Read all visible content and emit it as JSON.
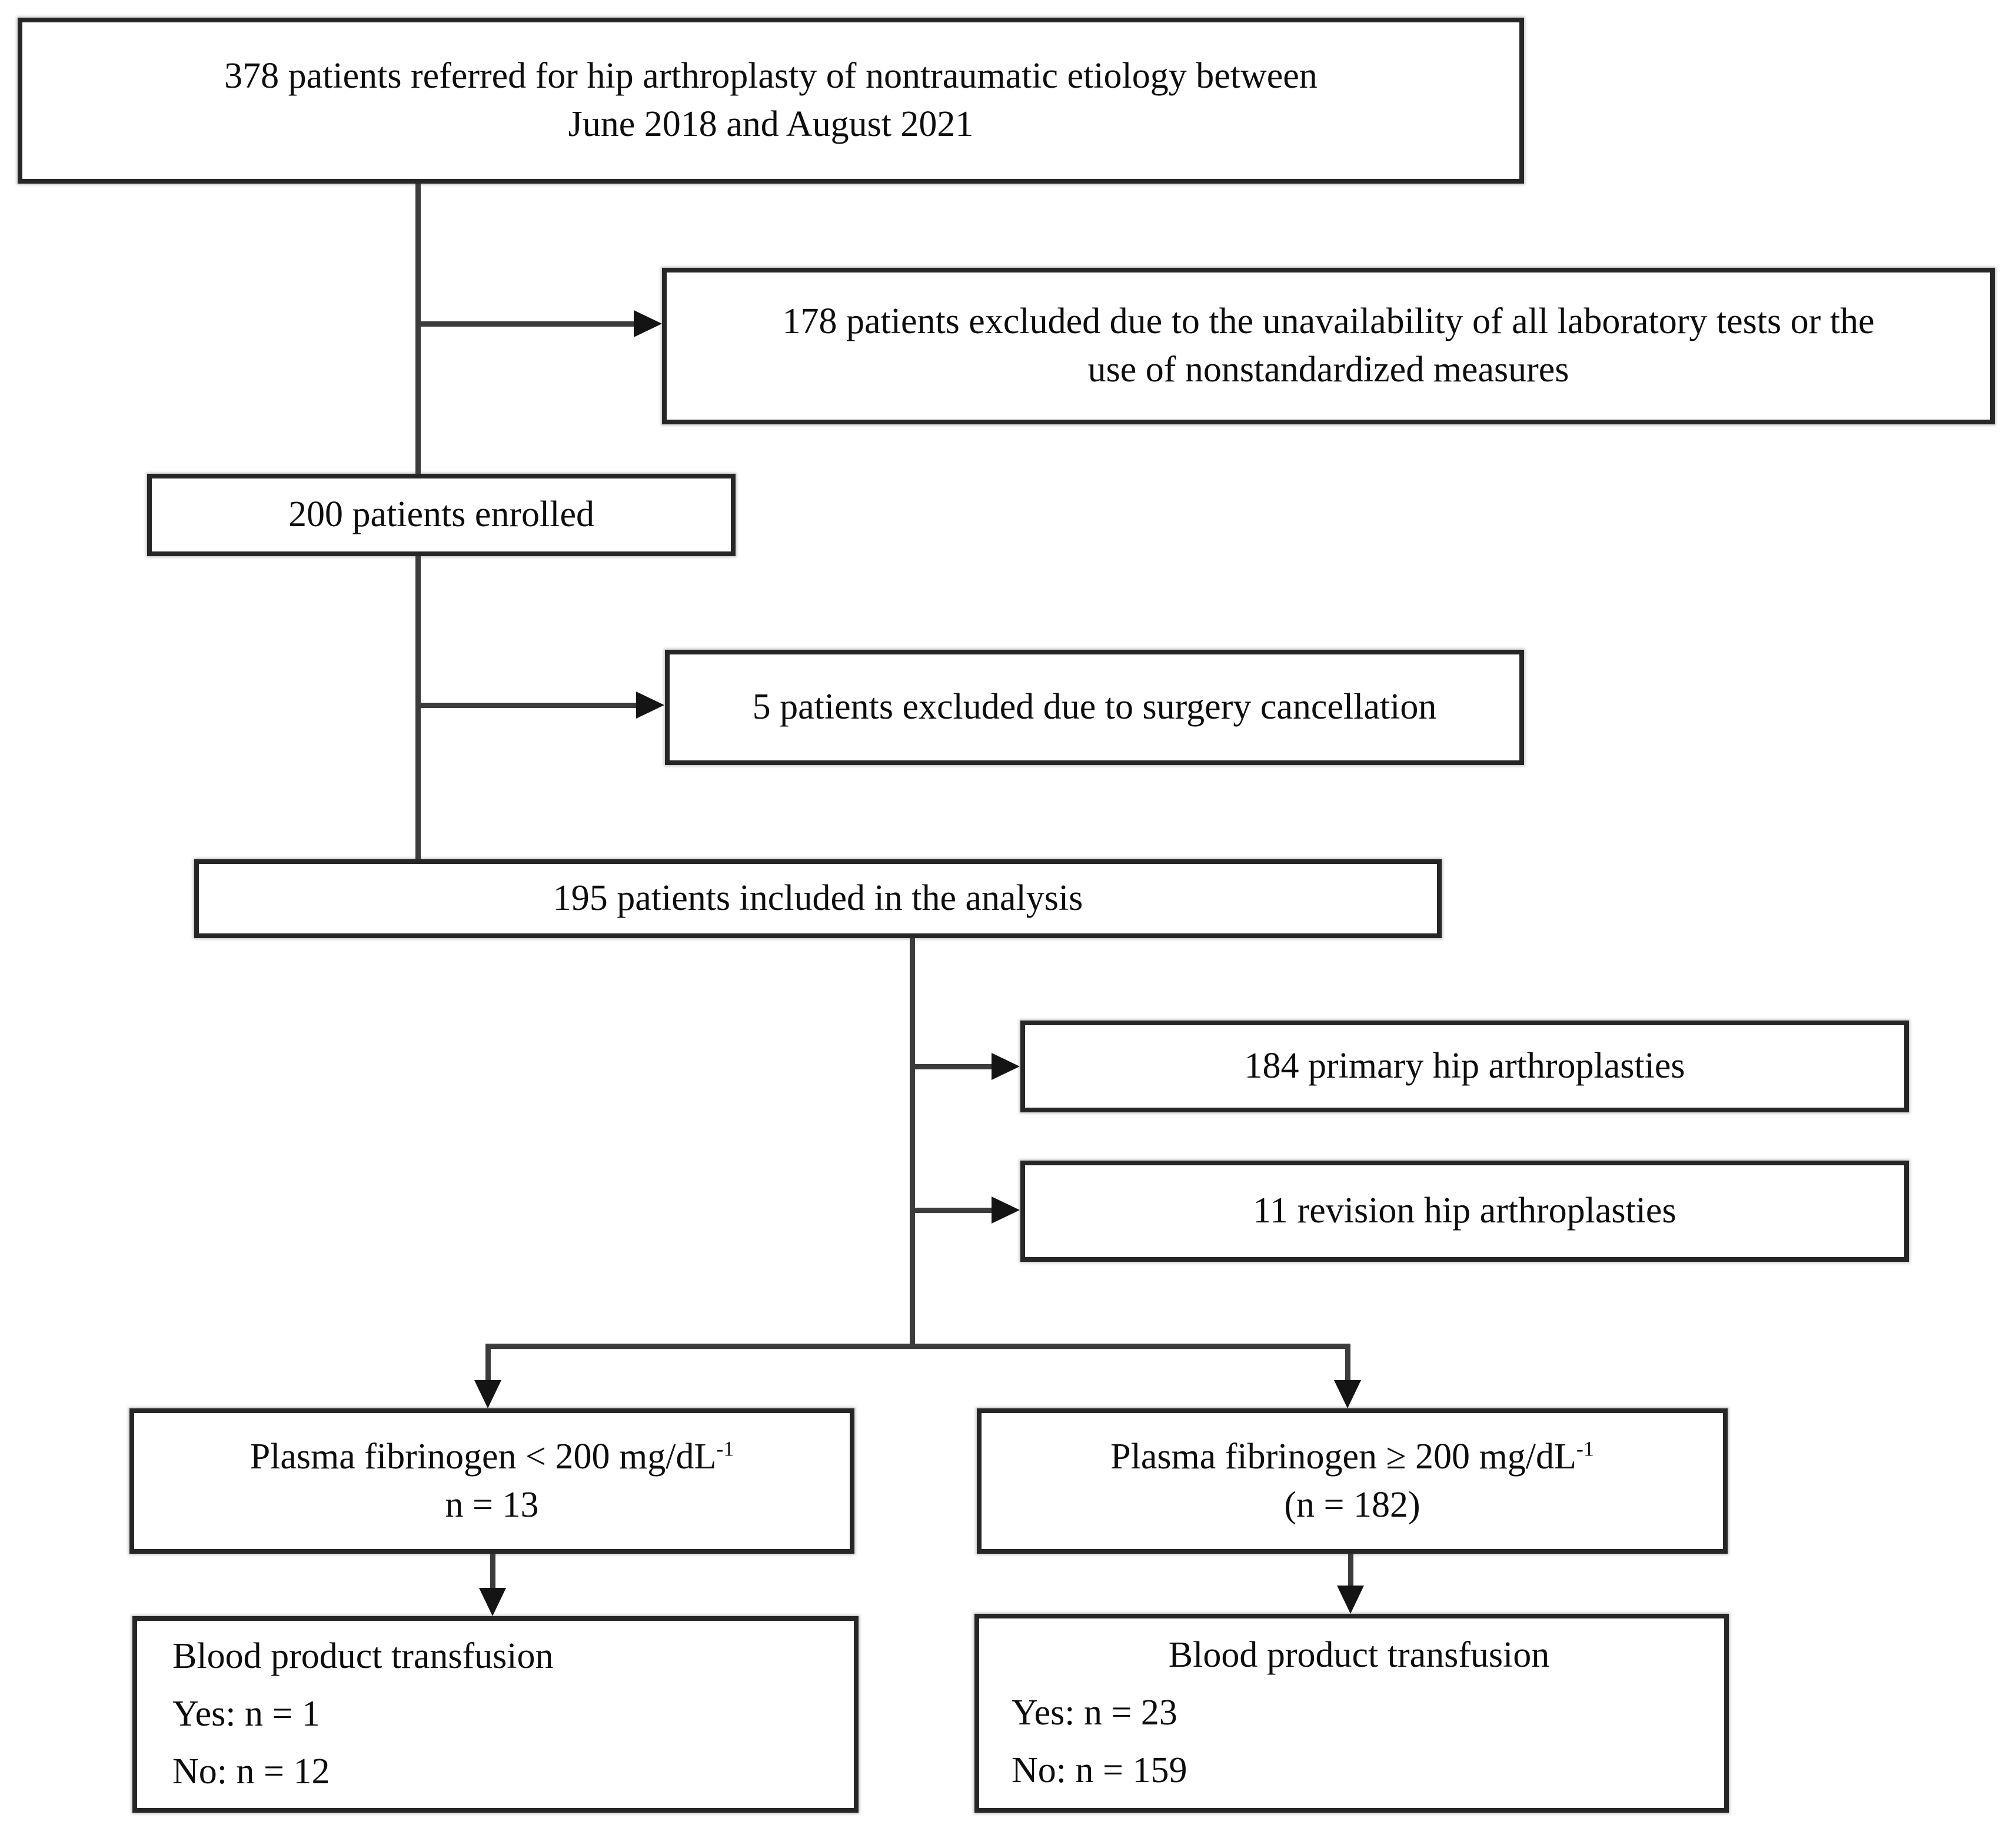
{
  "figure": {
    "type": "patient-flow-diagram",
    "background_color": "#ffffff",
    "box_border_color": "#262626",
    "connector_color": "#3c3c3c",
    "arrowhead_color": "#141414",
    "text_color": "#0d0d0d",
    "nodes": {
      "referred": {
        "line1": "378 patients referred for hip arthroplasty of nontraumatic etiology between",
        "line2": "June 2018 and August 2021"
      },
      "excluded_labs": {
        "line1": "178 patients excluded due to the unavailability of all laboratory tests or the",
        "line2": "use of nonstandardized measures"
      },
      "enrolled": {
        "text": "200 patients enrolled"
      },
      "excluded_surgery": {
        "text": "5 patients excluded due to surgery cancellation"
      },
      "analysis": {
        "text": "195 patients included in the analysis"
      },
      "primary": {
        "text": "184 primary hip arthroplasties"
      },
      "revision": {
        "text": "11 revision hip arthroplasties"
      },
      "fibrinogen_low": {
        "title_base": "Plasma fibrinogen < 200 mg/dL",
        "title_sup": "-1",
        "subtitle": "n = 13"
      },
      "fibrinogen_high": {
        "title_base": "Plasma fibrinogen ≥ 200 mg/dL",
        "title_sup": "-1",
        "subtitle": "(n = 182)"
      },
      "transfusion_low": {
        "title": "Blood product transfusion",
        "yes": "Yes: n = 1",
        "no": "No: n = 12"
      },
      "transfusion_high": {
        "title": "Blood product transfusion",
        "yes": "Yes: n = 23",
        "no": "No: n = 159"
      }
    }
  }
}
